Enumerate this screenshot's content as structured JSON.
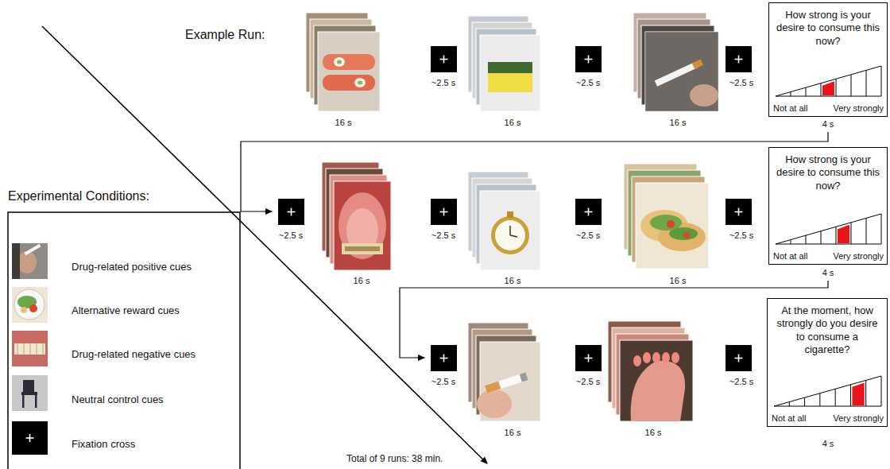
{
  "diagram": {
    "nodes": [
      {
        "text": [
          "How strong is your desire to consume this now?",
          "Not at all",
          "Very strongly"
        ]
      },
      {
        "text": [
          "How strong is your desire to consume this now?",
          "Not at all",
          "Very strongly"
        ]
      },
      {
        "text": [
          "At the moment, how strongly do you desire to consume a cigarette?",
          "Not at all",
          "Very strongly"
        ]
      }
    ],
    "labels": [
      "Example Run:",
      "16 s",
      "~2.5 s",
      "16 s",
      "~2.5 s",
      "16 s",
      "~2.5 s",
      "4 s",
      "~2.5 s",
      "16 s",
      "~2.5 s",
      "16 s",
      "~2.5 s",
      "16 s",
      "~2.5 s",
      "4 s",
      "~2.5 s",
      "16 s",
      "~2.5 s",
      "16 s",
      "~2.5 s",
      "4 s",
      "Experimental Conditions:",
      "Total of 9 runs: 38 min."
    ],
    "legend": [
      {
        "text": "Drug-related positive cues"
      },
      {
        "text": "Alternative reward cues"
      },
      {
        "text": "Drug-related negative cues"
      },
      {
        "text": "Neutral control cues"
      },
      {
        "text": "Fixation cross"
      }
    ]
  }
}
